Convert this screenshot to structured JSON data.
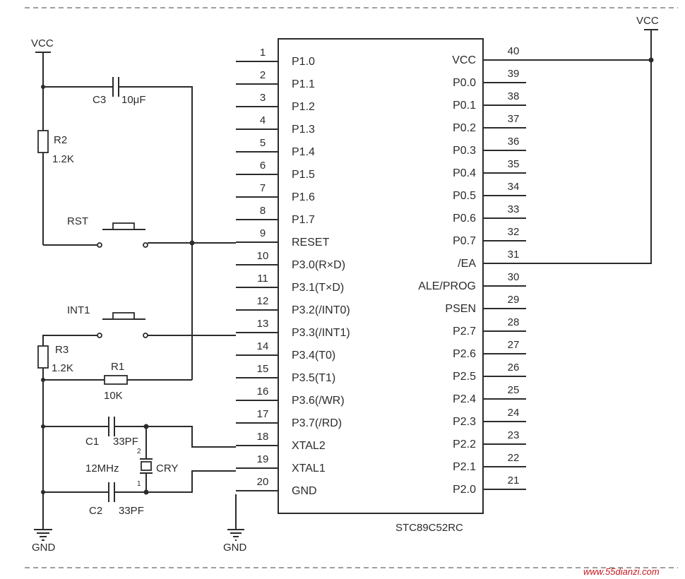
{
  "chip": {
    "name": "STC89C52RC",
    "pins_left": [
      {
        "num": "1",
        "label": "P1.0"
      },
      {
        "num": "2",
        "label": "P1.1"
      },
      {
        "num": "3",
        "label": "P1.2"
      },
      {
        "num": "4",
        "label": "P1.3"
      },
      {
        "num": "5",
        "label": "P1.4"
      },
      {
        "num": "6",
        "label": "P1.5"
      },
      {
        "num": "7",
        "label": "P1.6"
      },
      {
        "num": "8",
        "label": "P1.7"
      },
      {
        "num": "9",
        "label": "RESET"
      },
      {
        "num": "10",
        "label": "P3.0(R×D)"
      },
      {
        "num": "11",
        "label": "P3.1(T×D)"
      },
      {
        "num": "12",
        "label": "P3.2(/INT0)"
      },
      {
        "num": "13",
        "label": "P3.3(/INT1)"
      },
      {
        "num": "14",
        "label": "P3.4(T0)"
      },
      {
        "num": "15",
        "label": "P3.5(T1)"
      },
      {
        "num": "16",
        "label": "P3.6(/WR)"
      },
      {
        "num": "17",
        "label": "P3.7(/RD)"
      },
      {
        "num": "18",
        "label": "XTAL2"
      },
      {
        "num": "19",
        "label": "XTAL1"
      },
      {
        "num": "20",
        "label": "GND"
      }
    ],
    "pins_right": [
      {
        "num": "40",
        "label": "VCC"
      },
      {
        "num": "39",
        "label": "P0.0"
      },
      {
        "num": "38",
        "label": "P0.1"
      },
      {
        "num": "37",
        "label": "P0.2"
      },
      {
        "num": "36",
        "label": "P0.3"
      },
      {
        "num": "35",
        "label": "P0.4"
      },
      {
        "num": "34",
        "label": "P0.5"
      },
      {
        "num": "33",
        "label": "P0.6"
      },
      {
        "num": "32",
        "label": "P0.7"
      },
      {
        "num": "31",
        "label": "/EA"
      },
      {
        "num": "30",
        "label": "ALE/PROG"
      },
      {
        "num": "29",
        "label": "PSEN"
      },
      {
        "num": "28",
        "label": "P2.7"
      },
      {
        "num": "27",
        "label": "P2.6"
      },
      {
        "num": "26",
        "label": "P2.5"
      },
      {
        "num": "25",
        "label": "P2.4"
      },
      {
        "num": "24",
        "label": "P2.3"
      },
      {
        "num": "23",
        "label": "P2.2"
      },
      {
        "num": "22",
        "label": "P2.1"
      },
      {
        "num": "21",
        "label": "P2.0"
      }
    ]
  },
  "components": {
    "vcc_left": "VCC",
    "vcc_right": "VCC",
    "c3_name": "C3",
    "c3_value": "10μF",
    "r2_name": "R2",
    "r2_value": "1.2K",
    "rst_label": "RST",
    "int1_label": "INT1",
    "r3_name": "R3",
    "r3_value": "1.2K",
    "r1_name": "R1",
    "r1_value": "10K",
    "c1_name": "C1",
    "c1_value": "33PF",
    "c2_name": "C2",
    "c2_value": "33PF",
    "crystal_freq": "12MHz",
    "crystal_name": "CRY",
    "crystal_pin2": "2",
    "crystal_pin1": "1",
    "gnd_left": "GND",
    "gnd_mid": "GND"
  },
  "watermark": "www.55dianzi.com"
}
